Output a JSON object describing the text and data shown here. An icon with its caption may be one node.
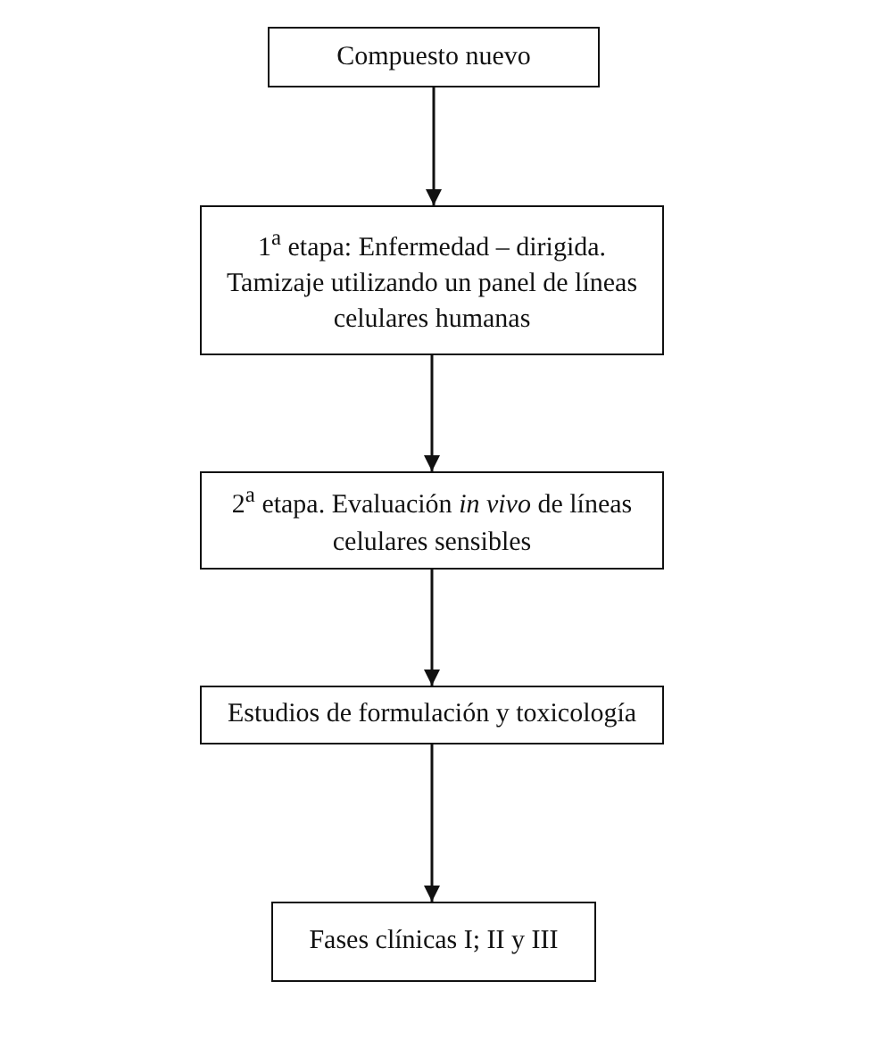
{
  "diagram": {
    "nodes": [
      {
        "text": [
          "Compuesto nuevo"
        ]
      },
      {
        "text": [
          "1$^{a}$ etapa: Enfermedad – dirigida. Tamizaje utilizando un panel de líneas celulares humanas"
        ]
      },
      {
        "text": [
          "2$^{a}$ etapa. Evaluación *in vivo* de líneas celulares sensibles"
        ]
      },
      {
        "text": [
          "Estudios de formulación y toxicología"
        ]
      },
      {
        "text": [
          "Fases clínicas I; II y III"
        ]
      }
    ],
    "edges": [
      {
        "from": 0,
        "to": 1,
        "arrow": "to"
      },
      {
        "from": 1,
        "to": 2,
        "arrow": "to"
      },
      {
        "from": 2,
        "to": 3,
        "arrow": "to"
      },
      {
        "from": 3,
        "to": 4,
        "arrow": "to"
      }
    ]
  }
}
